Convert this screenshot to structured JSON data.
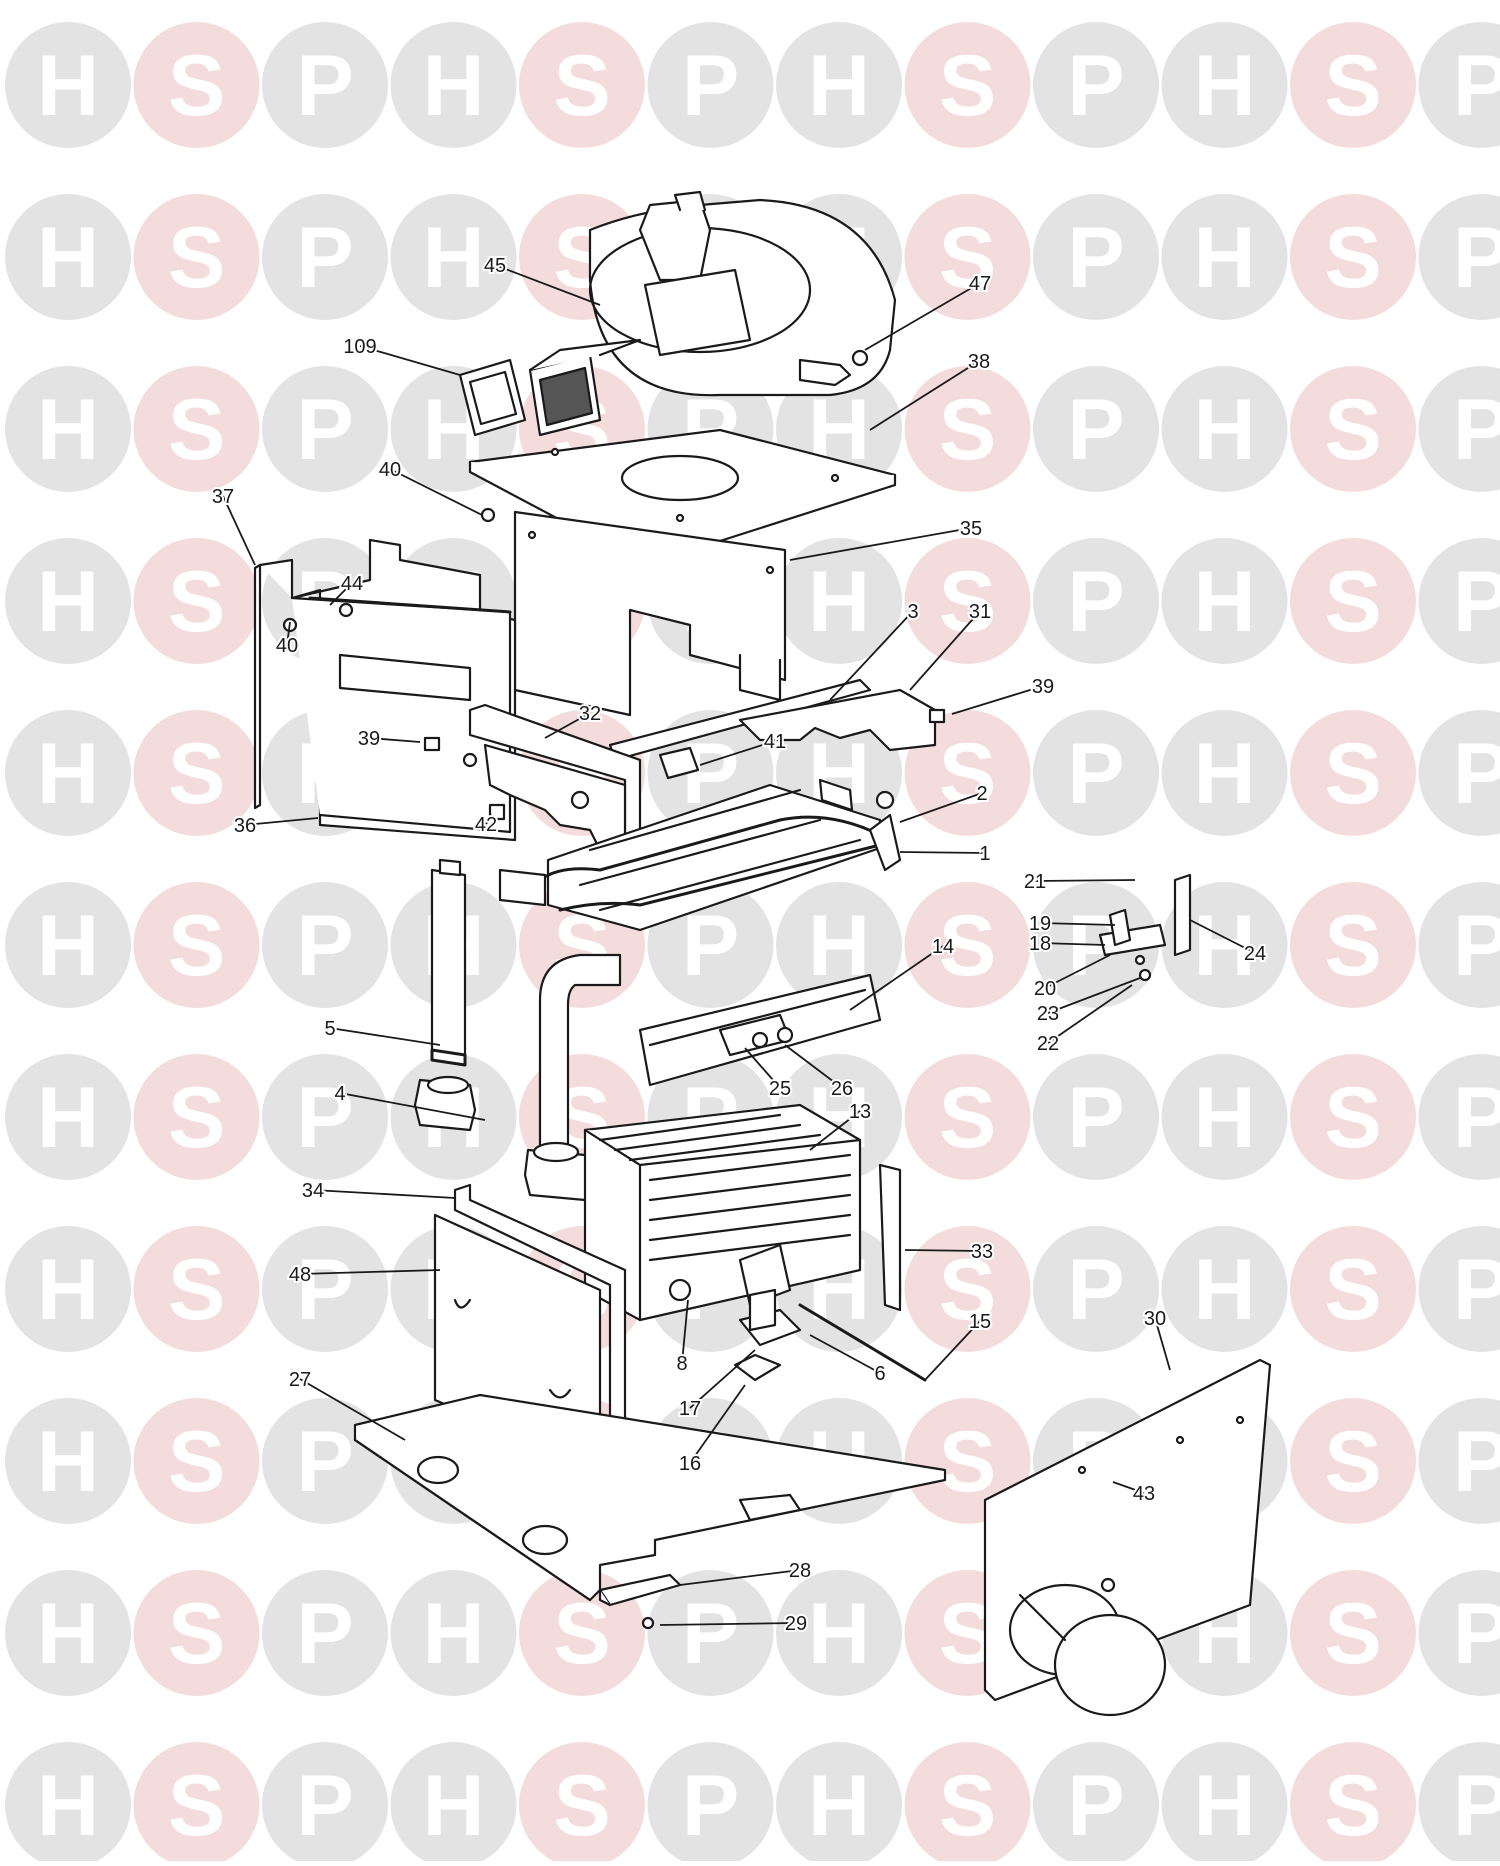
{
  "watermark": {
    "letters": [
      "H",
      "S",
      "P"
    ],
    "colors": {
      "H": "#e3e3e3",
      "S": "#f5dcdc",
      "P": "#e3e3e3"
    },
    "letter_color": "#ffffff"
  },
  "line_color": "#1a1a1a",
  "labels": [
    "1",
    "2",
    "3",
    "4",
    "5",
    "6",
    "8",
    "13",
    "14",
    "15",
    "16",
    "17",
    "18",
    "19",
    "20",
    "21",
    "22",
    "23",
    "24",
    "25",
    "26",
    "27",
    "28",
    "29",
    "30",
    "31",
    "32",
    "33",
    "34",
    "35",
    "36",
    "37",
    "38",
    "39",
    "39",
    "40",
    "40",
    "41",
    "42",
    "43",
    "44",
    "45",
    "47",
    "48",
    "109"
  ]
}
